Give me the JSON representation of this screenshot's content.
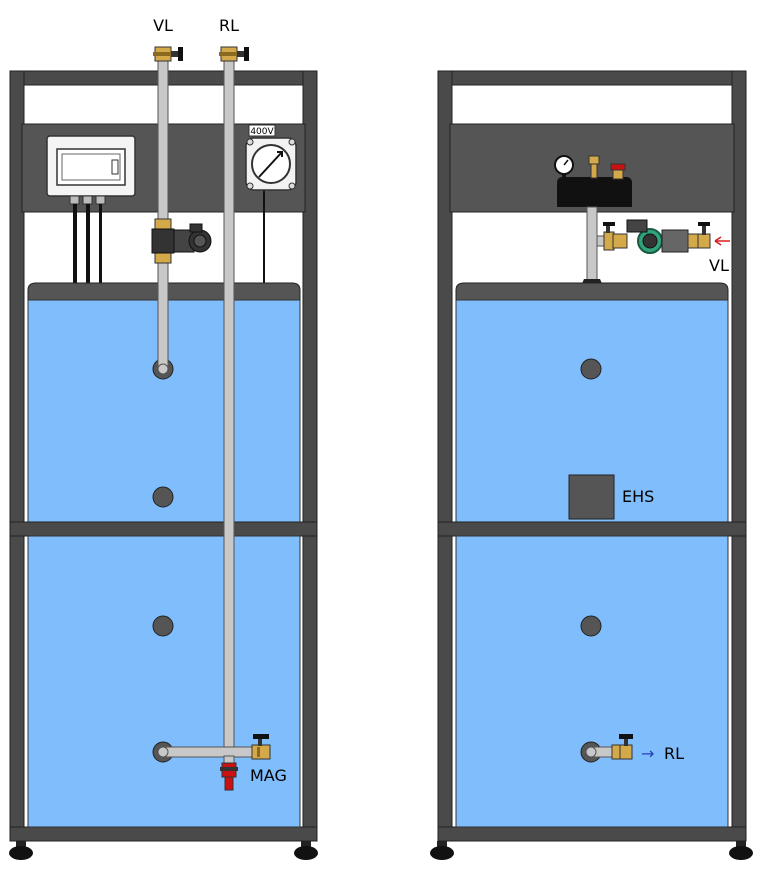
{
  "labels": {
    "vl_top": "VL",
    "rl_top": "RL",
    "voltage": "400V",
    "mag": "MAG",
    "vl_right": "VL",
    "ehs": "EHS",
    "rl_right": "RL",
    "rl_arrow": "→"
  },
  "colors": {
    "frame": "#4a4a4a",
    "tank_blue": "#7fbdfc",
    "pipe": "#c8c8c8",
    "pump_green": "#2fa37a",
    "valve_red": "#cc1111",
    "fitting_brass": "#d4a94a",
    "flow_arrow_red": "#d81e1e",
    "flow_arrow_blue": "#2a3fb8"
  }
}
